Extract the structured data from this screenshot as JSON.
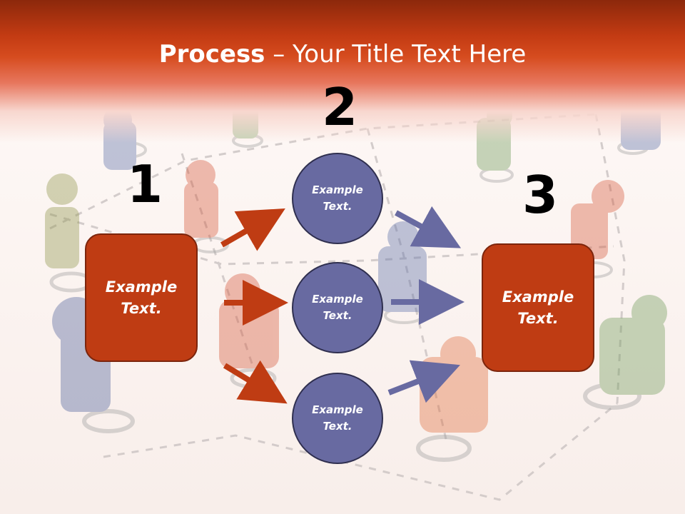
{
  "slide": {
    "title_bold": "Process",
    "title_rest": " – Your Title Text Here",
    "steps": [
      {
        "number": "1"
      },
      {
        "number": "2"
      },
      {
        "number": "3"
      }
    ],
    "left_card_text": "Example\nText.",
    "right_card_text": "Example\nText.",
    "circle_texts": [
      "Example\nText.",
      "Example\nText.",
      "Example\nText."
    ]
  },
  "colors": {
    "accent_orange": "#bf3c13",
    "accent_purple": "#686aa1",
    "header_red": "#c33b13"
  }
}
